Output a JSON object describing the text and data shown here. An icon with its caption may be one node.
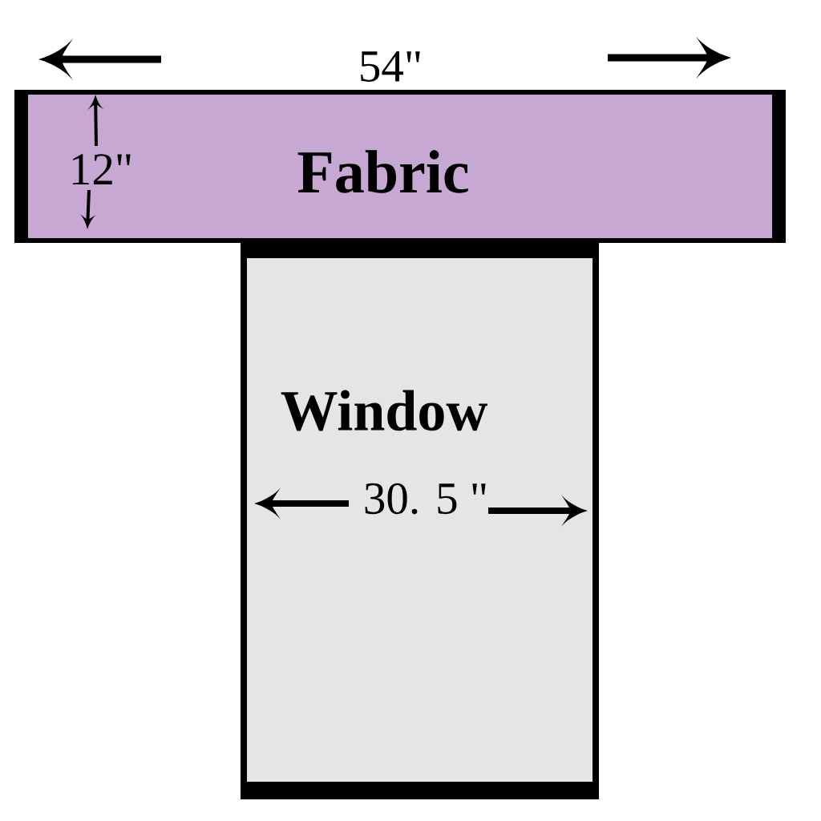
{
  "diagram": {
    "nodes": [
      {
        "text": [
          "Fabric"
        ]
      },
      {
        "text": [
          "Window"
        ]
      }
    ],
    "labels": [
      "54\"",
      "12\"",
      "30. 5 \""
    ]
  }
}
